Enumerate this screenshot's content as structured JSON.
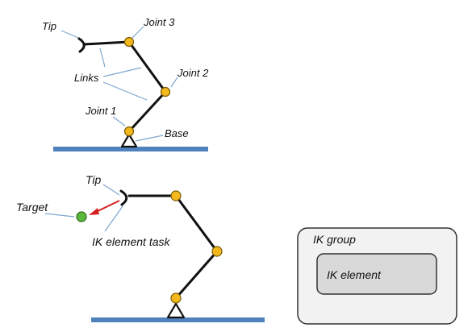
{
  "top_diagram": {
    "tip_label": "Tip",
    "joint3_label": "Joint 3",
    "links_label": "Links",
    "joint2_label": "Joint 2",
    "joint1_label": "Joint 1",
    "base_label": "Base"
  },
  "bottom_diagram": {
    "tip_label": "Tip",
    "target_label": "Target",
    "ik_element_task_label": "IK element task"
  },
  "ik_group_box": {
    "group_label": "IK group",
    "element_label": "IK element"
  },
  "colors": {
    "joint_fill": "#f2b81d",
    "joint_stroke": "#7a5a00",
    "link": "#111111",
    "ground": "#4f81bd",
    "leader_line": "#7ea6cf",
    "target_fill": "#5cb83c",
    "arrow": "#d62020",
    "group_box_fill": "#f2f2f2",
    "element_box_fill": "#d9d9d9"
  },
  "icons": {
    "joint": "joint-circle-icon",
    "base": "base-triangle-icon",
    "tip": "gripper-tip-icon",
    "target": "target-dot-icon"
  }
}
